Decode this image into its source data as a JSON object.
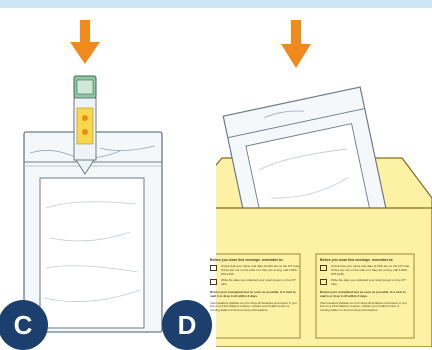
{
  "panels": [
    {
      "label": "C"
    },
    {
      "label": "D"
    }
  ],
  "colors": {
    "arrow": "#f08a1c",
    "badge": "#1c3f6e",
    "envelope": "#fdf1a6",
    "envelope_outline": "#8a6a1c",
    "bag_outline": "#6e7b86",
    "tube_cap": "#8fc6a3",
    "tube_label": "#f6d84a",
    "top_band": "#cde6f4"
  },
  "envelope_card": {
    "title": "Before you close this envelope, remember to:",
    "items": [
      "Check that your name and date of birth are on the FIT tube. If they are not on the tube or if they are wrong, call 1-800-676-1436.",
      "Write the date you collected your stool (poop) on the FIT tube."
    ],
    "note": "Return your completed test as soon as possible. It is best to mail it or drop it off within 3 days.",
    "footer": "Visit locations (Mobile.com for drop-off locations and hours. If you live on a First Nations reserve, contact your health centre or nursing station to find out drop-off locations."
  },
  "icons": [
    "down-arrow-icon",
    "down-arrow-icon"
  ]
}
